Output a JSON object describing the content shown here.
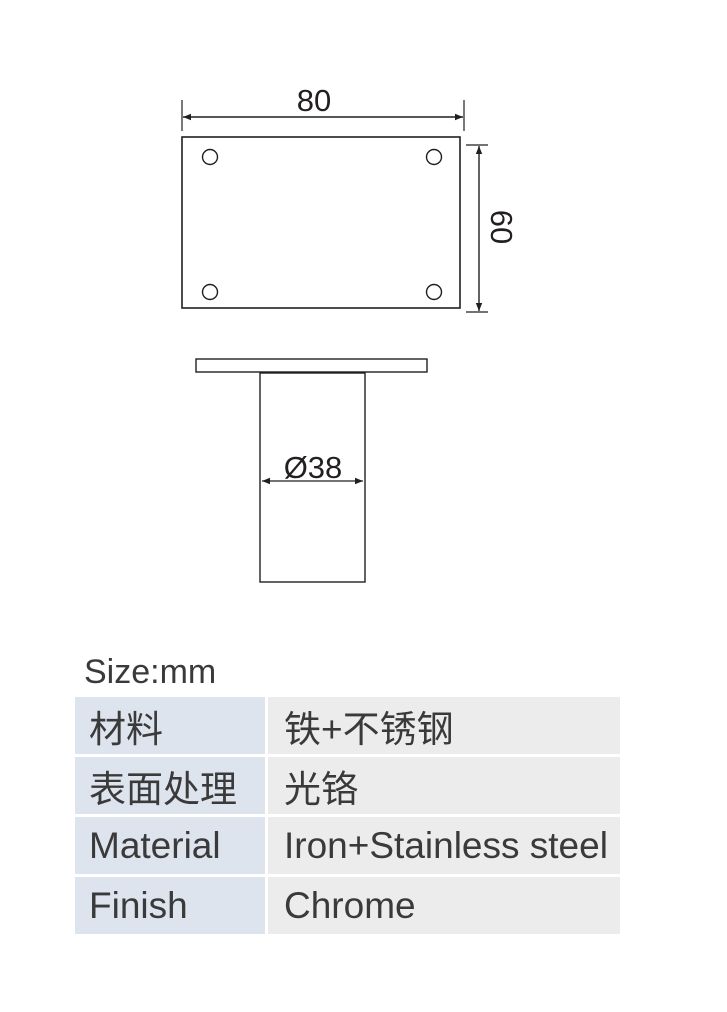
{
  "drawing": {
    "plate_width_label": "80",
    "plate_height_label": "60",
    "tube_diameter_label": "Ø38"
  },
  "spec": {
    "size_label": "Size:mm",
    "rows": [
      {
        "key": "材料",
        "value": "铁+不锈钢"
      },
      {
        "key": "表面处理",
        "value": "光铬"
      },
      {
        "key": "Material",
        "value": "Iron+Stainless steel"
      },
      {
        "key": "Finish",
        "value": "Chrome"
      }
    ]
  },
  "colors": {
    "line": "#231f20",
    "key_cell_bg": "#dde4ee",
    "value_cell_bg": "#ececec",
    "text": "#3a3a3a"
  }
}
